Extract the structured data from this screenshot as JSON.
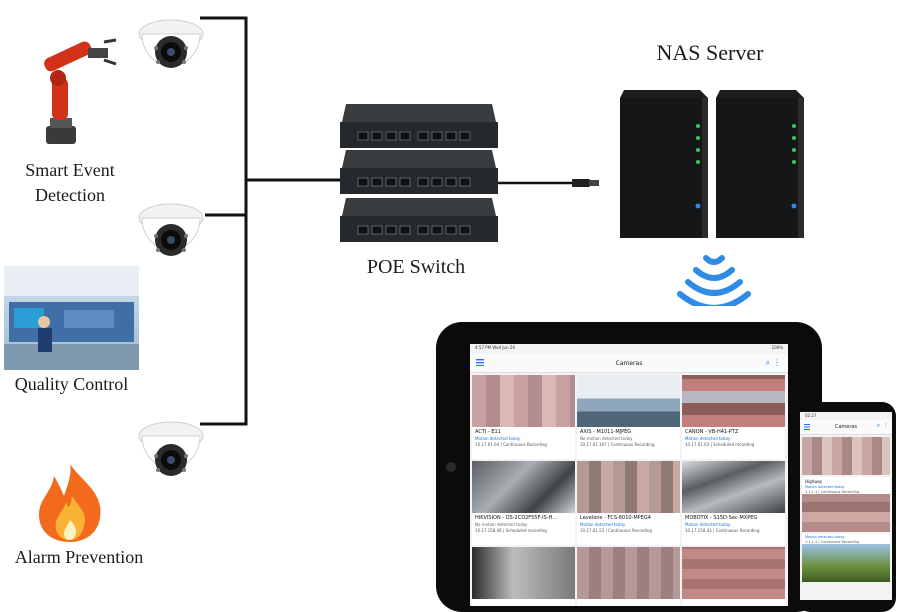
{
  "labels": {
    "smart_event": "Smart Event Detection",
    "quality_control": "Quality Control",
    "alarm_prevention": "Alarm Prevention",
    "poe_switch": "POE Switch",
    "nas_server": "NAS Server"
  },
  "icons": [
    "robot-arm-icon",
    "dome-camera-icon",
    "factory-photo",
    "flame-icon",
    "poe-switch-icon",
    "nas-server-icon",
    "wifi-icon",
    "tablet-device",
    "phone-device"
  ],
  "colors": {
    "line": "#111111",
    "wifi": "#2f8be6",
    "link_blue": "#1a73e8",
    "flame_orange": "#f26a1b",
    "robot_red": "#d2321a"
  },
  "tablet": {
    "status_time": "4:57 PM  Wed Jun 26",
    "status_right": "100%",
    "title": "Cameras",
    "cameras": [
      {
        "name": "ACTI - E11",
        "status": "Motion detected today",
        "meta": "10.17.61.64  |  Continuous Recording"
      },
      {
        "name": "AXIS - M1011-MJPEG",
        "status": "No motion detected today",
        "meta": "10.17.61.167  |  Continuous Recording"
      },
      {
        "name": "CANON - VB-H41-PTZ",
        "status": "Motion detected today",
        "meta": "10.17.61.63  |  Scheduled recording"
      },
      {
        "name": "HIKVISION - DS-2CD2F55F-IS-H...",
        "status": "No motion detected today",
        "meta": "10.17.158.46  |  Scheduled recording"
      },
      {
        "name": "Levelone - FCS-6010-MPEG4",
        "status": "Motion detected today",
        "meta": "10.17.61.53  |  Continuous Recording"
      },
      {
        "name": "MOBOTIX - S15D-Sec-MXPEG",
        "status": "Motion detected today",
        "meta": "10.17.158.43  |  Continuous Recording"
      },
      {
        "name": "",
        "status": "",
        "meta": ""
      },
      {
        "name": "",
        "status": "",
        "meta": ""
      },
      {
        "name": "",
        "status": "",
        "meta": ""
      }
    ]
  },
  "phone": {
    "status_time": "02:27",
    "title": "Cameras",
    "cameras": [
      {
        "name": "",
        "status": "",
        "meta": ""
      },
      {
        "name": "Highway",
        "status": "Motion detected today",
        "meta": "1.1.1.1  |  Continuous Recording"
      },
      {
        "name": "",
        "status": "Motion detected today",
        "meta": "1.1.1.1  |  Continuous Recording"
      },
      {
        "name": "",
        "status": "",
        "meta": ""
      }
    ]
  }
}
